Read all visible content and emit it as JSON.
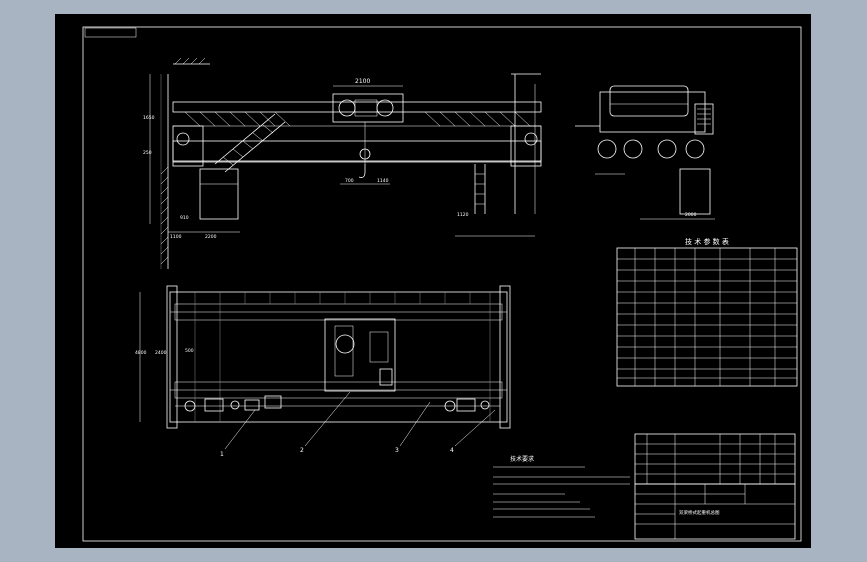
{
  "drawing": {
    "tech_params_title": "技 术 参 数 表",
    "notes_title": "技术要求",
    "title_block_name": "双梁桥式起重机总图",
    "part_numbers": [
      "1",
      "2",
      "3",
      "4"
    ],
    "dims": {
      "span_top": "2100",
      "d_1650": "1650",
      "d_250": "250",
      "d_1100": "1100",
      "d_2200": "2200",
      "d_910": "910",
      "d_700": "700",
      "d_1140": "1140",
      "d_1120": "1120",
      "d_2000": "2000",
      "d_4800": "4800",
      "d_2400": "2400",
      "d_500": "500"
    }
  }
}
